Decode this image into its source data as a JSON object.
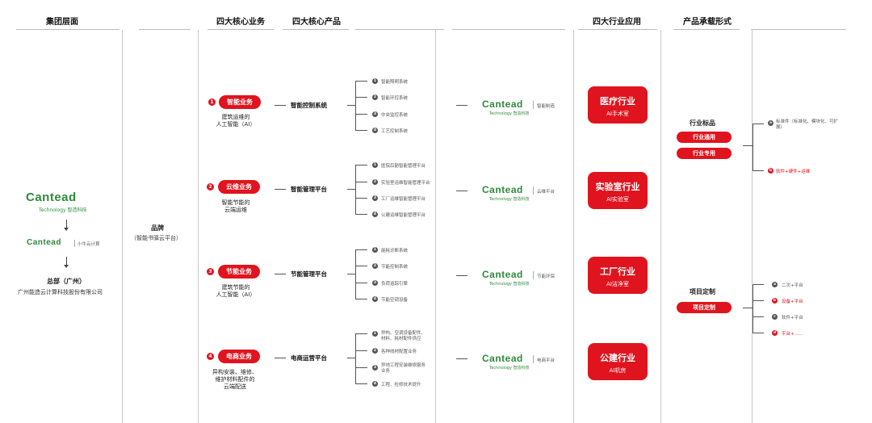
{
  "headers": {
    "group": "集团层面",
    "business": "四大核心业务",
    "products": "四大核心产品",
    "industry": "四大行业应用",
    "form": "产品承载形式"
  },
  "group": {
    "logo_text": "Cantead",
    "logo_sub": "Technology 智造科技",
    "logo2_text": "Cantead",
    "logo2_tag": "小牛云计算",
    "hq_label": "总部（广州）",
    "hq_company": "广州能造云计算科技股份有限公司"
  },
  "brand": {
    "label": "品牌",
    "sub": "（智能书驿云平台）"
  },
  "businesses": [
    {
      "num": "1",
      "label": "智能业务",
      "desc": [
        "建筑运维的",
        "人工智能（AI）"
      ]
    },
    {
      "num": "2",
      "label": "云维业务",
      "desc": [
        "智能节能的",
        "云端运维"
      ]
    },
    {
      "num": "3",
      "label": "节能业务",
      "desc": [
        "建筑节能的",
        "人工智能（AI）"
      ]
    },
    {
      "num": "4",
      "label": "电商业务",
      "desc": [
        "异构安装、维修、",
        "维护材料配件的",
        "云端配送"
      ]
    }
  ],
  "products": [
    {
      "label": "智能控制系统",
      "items": [
        "智能照明系统",
        "智能环控系统",
        "中央监控系统",
        "工艺控制系统"
      ]
    },
    {
      "label": "智能管理平台",
      "items": [
        "医院后勤智能管理平台",
        "实验室运维智能管理平台",
        "工厂运维智能管理平台",
        "公建运维智能管理平台"
      ]
    },
    {
      "label": "节能管理平台",
      "items": [
        "能耗诊断系统",
        "节能控制系统",
        "负荷追踪引擎",
        "节能空调设备"
      ]
    },
    {
      "label": "电商运营平台",
      "items": [
        "异构、空调设备配件、材料、耗材配件供应",
        "各种线材配置业务",
        "异地工程安装维修服务业务",
        "工程、检修技术提升"
      ]
    }
  ],
  "brands": [
    {
      "logo": "Cantead",
      "sub": "Technology 智造科技",
      "name": "智能制造"
    },
    {
      "logo": "Cantead",
      "sub": "Technology 智造科技",
      "name": "云维平台"
    },
    {
      "logo": "Cantead",
      "sub": "Technology 智造科技",
      "name": "节能环保"
    },
    {
      "logo": "Cantead",
      "sub": "Technology 智造科技",
      "name": "电商平台"
    }
  ],
  "industries": [
    {
      "title": "医疗行业",
      "sub": "AI手术室"
    },
    {
      "title": "实验室行业",
      "sub": "AI实验室"
    },
    {
      "title": "工厂行业",
      "sub": "AI洁净室"
    },
    {
      "title": "公建行业",
      "sub": "AI机房"
    }
  ],
  "forms": {
    "standard_title": "行业标品",
    "standard_pills": [
      "行业通用",
      "行业专用"
    ],
    "standard_items": [
      {
        "num": "a",
        "text": "标准件（标准化、模块化、可扩展）",
        "red": false
      },
      {
        "num": "b",
        "text": "软件+硬件+运维",
        "red": true
      }
    ],
    "project_title": "项目定制",
    "project_pill": "项目定制",
    "project_items": [
      {
        "num": "a",
        "text": "二次+平台",
        "red": false
      },
      {
        "num": "b",
        "text": "设备+平台",
        "red": true
      },
      {
        "num": "c",
        "text": "软件+平台",
        "red": false
      },
      {
        "num": "d",
        "text": "平台+……",
        "red": true
      }
    ]
  },
  "colors": {
    "accent": "#e0141e",
    "brand_green": "#2f8a3a"
  }
}
